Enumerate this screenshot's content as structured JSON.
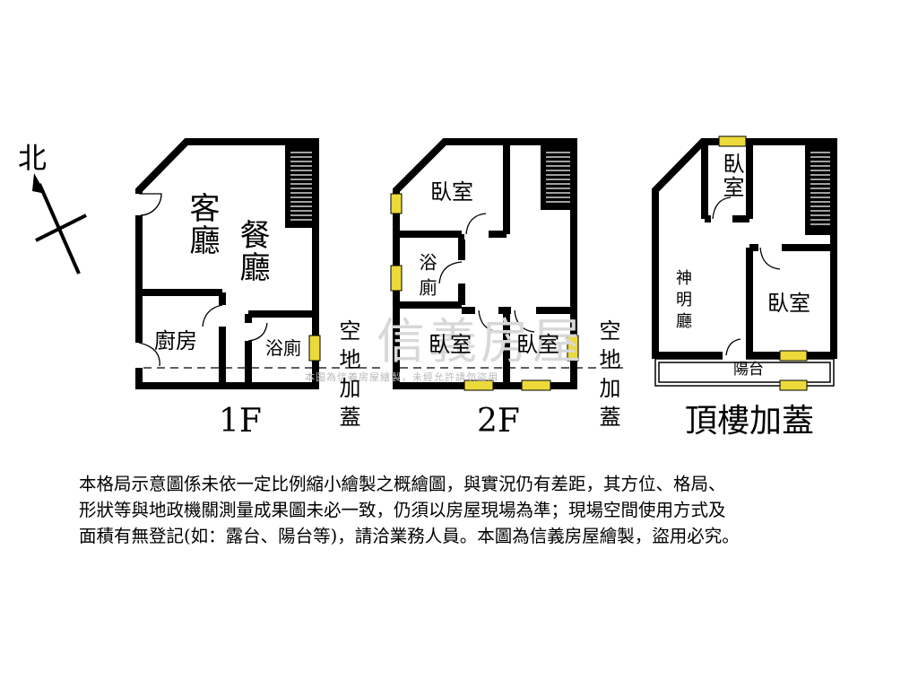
{
  "compass": {
    "label": "北"
  },
  "watermark": {
    "logo_text": "信義房屋",
    "notice": "本圖為信義房屋繪製，未經允許請勿盜用"
  },
  "floors": {
    "f1": {
      "label": "1F",
      "rooms": {
        "living": "客廳",
        "dining": "餐廳",
        "kitchen": "廚房",
        "bath": "浴廁"
      },
      "addon": "空地加蓋"
    },
    "f2": {
      "label": "2F",
      "rooms": {
        "bedroom_top": "臥室",
        "bath": "浴廁",
        "bedroom_left": "臥室",
        "bedroom_right": "臥室"
      },
      "addon": "空地加蓋"
    },
    "roof": {
      "label": "頂樓加蓋",
      "rooms": {
        "bedroom_top": "臥室",
        "shrine": "神明廳",
        "bedroom_right": "臥室",
        "balcony": "陽台"
      }
    }
  },
  "disclaimer": [
    "本格局示意圖係未依一定比例縮小繪製之概繪圖，與實況仍有差距，其方位、格局、",
    "形狀等與地政機關測量成果圖未必一致，仍須以房屋現場為準；現場空間使用方式及",
    "面積有無登記(如：露台、陽台等)，請洽業務人員。本圖為信義房屋繪製，盜用必究。"
  ]
}
